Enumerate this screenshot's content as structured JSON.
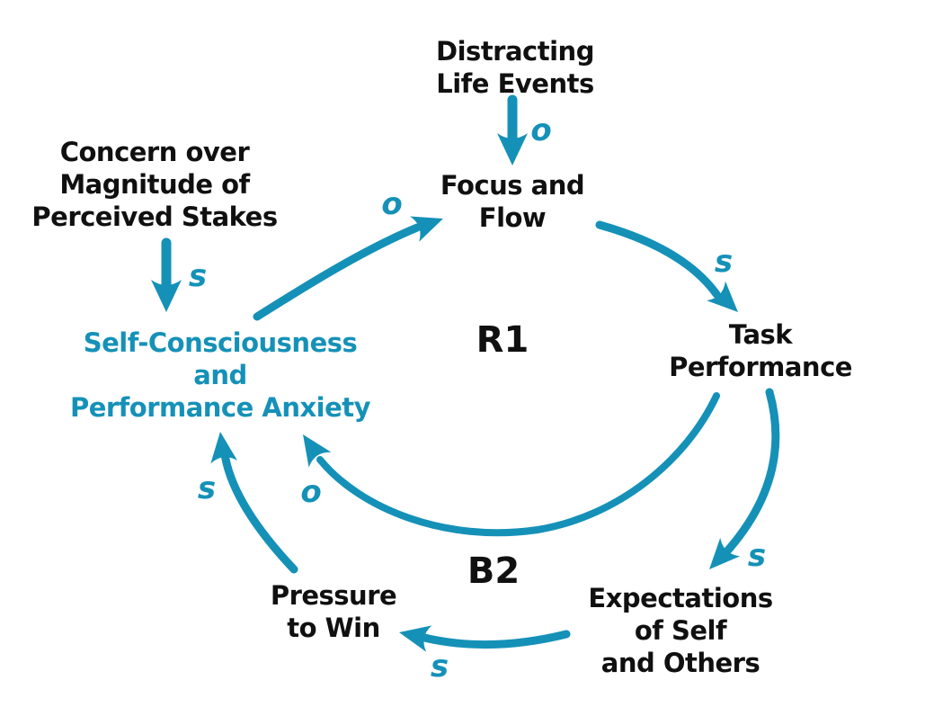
{
  "colors": {
    "accent": "#1591B8",
    "ink": "#101010",
    "background": "#ffffff"
  },
  "nodes": {
    "concern": {
      "label": "Concern over\nMagnitude of\nPerceived Stakes"
    },
    "distracting": {
      "label": "Distracting\nLife Events"
    },
    "focus": {
      "label": "Focus and\nFlow"
    },
    "task": {
      "label": "Task\nPerformance"
    },
    "expectations": {
      "label": "Expectations\nof Self\nand Others"
    },
    "pressure": {
      "label": "Pressure\nto Win"
    },
    "anxiety": {
      "label": "Self-Consciousness\nand\nPerformance Anxiety"
    }
  },
  "loops": {
    "r1": {
      "label": "R1"
    },
    "b2": {
      "label": "B2"
    }
  },
  "links": {
    "distracting_to_focus": {
      "from": "distracting",
      "to": "focus",
      "polarity": "o"
    },
    "concern_to_anxiety": {
      "from": "concern",
      "to": "anxiety",
      "polarity": "s"
    },
    "anxiety_to_focus": {
      "from": "anxiety",
      "to": "focus",
      "polarity": "o"
    },
    "focus_to_task": {
      "from": "focus",
      "to": "task",
      "polarity": "s"
    },
    "task_to_expectations": {
      "from": "task",
      "to": "expectations",
      "polarity": "s"
    },
    "expectations_to_pressure": {
      "from": "expectations",
      "to": "pressure",
      "polarity": "s"
    },
    "pressure_to_anxiety": {
      "from": "pressure",
      "to": "anxiety",
      "polarity": "s"
    },
    "task_to_anxiety": {
      "from": "task",
      "to": "anxiety",
      "polarity": "o"
    }
  }
}
